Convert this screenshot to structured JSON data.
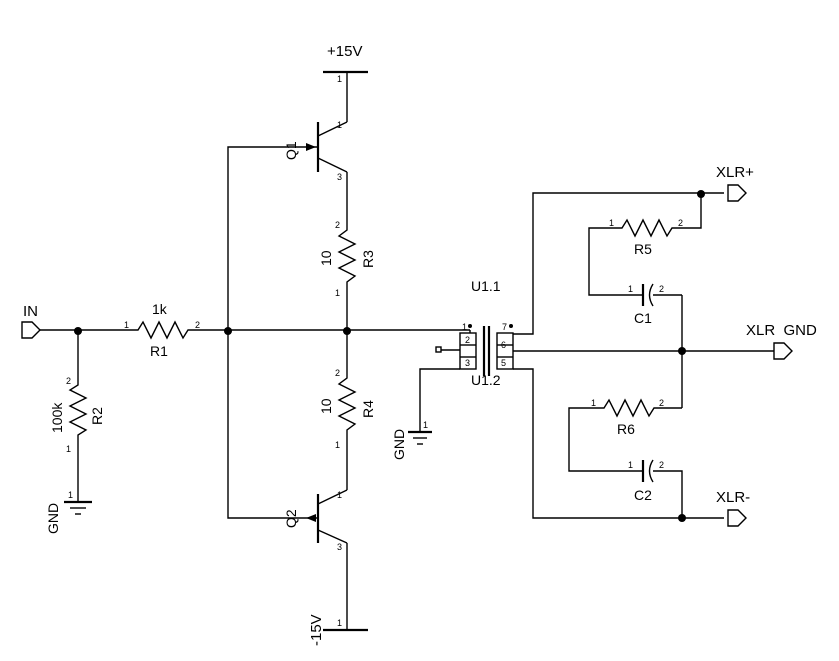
{
  "nets": {
    "in": "IN",
    "vplus": "+15V",
    "vminus": "-15V",
    "gnd": "GND",
    "xlr_plus": "XLR+",
    "xlr_minus": "XLR-",
    "xlr_gnd": "XLR  GND"
  },
  "components": {
    "r1": {
      "ref": "R1",
      "value": "1k",
      "pin1": "1",
      "pin2": "2"
    },
    "r2": {
      "ref": "R2",
      "value": "100k",
      "pin1": "1",
      "pin2": "2"
    },
    "r3": {
      "ref": "R3",
      "value": "10",
      "pin1": "1",
      "pin2": "2"
    },
    "r4": {
      "ref": "R4",
      "value": "10",
      "pin1": "1",
      "pin2": "2"
    },
    "r5": {
      "ref": "R5",
      "pin1": "1",
      "pin2": "2"
    },
    "r6": {
      "ref": "R6",
      "pin1": "1",
      "pin2": "2"
    },
    "c1": {
      "ref": "C1",
      "pin1": "1",
      "pin2": "2"
    },
    "c2": {
      "ref": "C2",
      "pin1": "1",
      "pin2": "2"
    },
    "q1": {
      "ref": "Q1",
      "pin1": "1",
      "pin3": "3"
    },
    "q2": {
      "ref": "Q2",
      "pin1": "1",
      "pin3": "3"
    },
    "u1_top": {
      "ref": "U1.1"
    },
    "u1_bot": {
      "ref": "U1.2"
    },
    "u1_pins": {
      "p1": "1",
      "p2": "2",
      "p3": "3",
      "p5": "5",
      "p6": "6",
      "p7": "7"
    },
    "supply_pin": "1"
  }
}
